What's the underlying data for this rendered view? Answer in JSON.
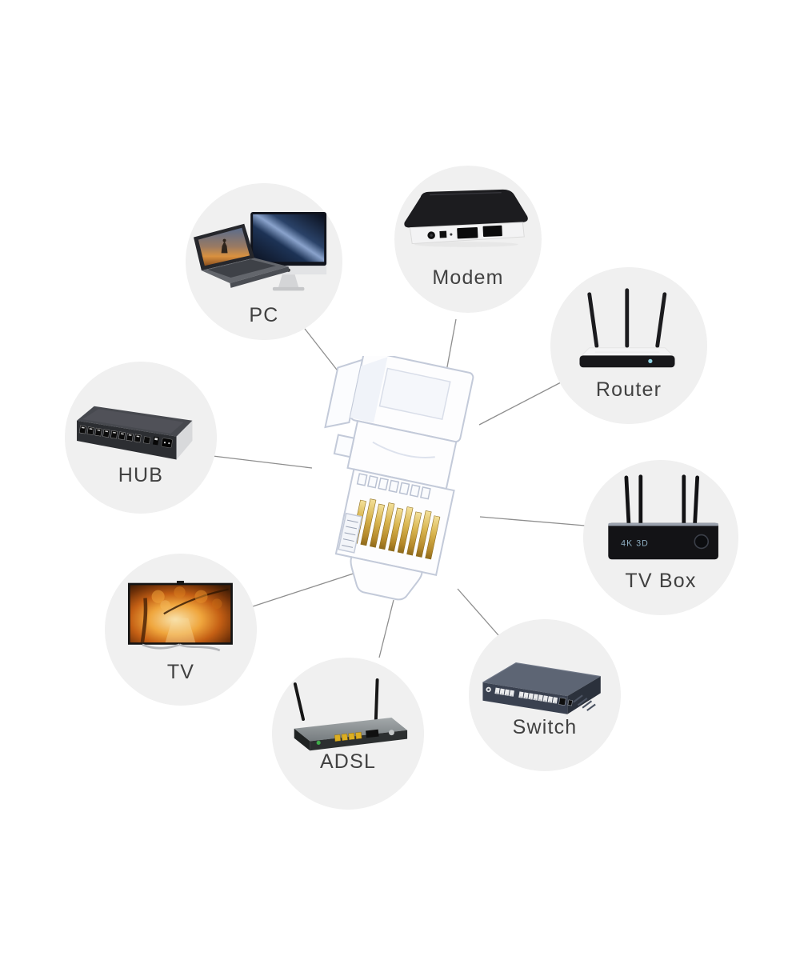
{
  "diagram": {
    "colors": {
      "background": "#ffffff",
      "bubble_fill": "#f0f0f0",
      "line": "#8e8e8e",
      "label": "#414141",
      "pin_gold": "#c9a23c"
    },
    "center": {
      "icon": "rj45-connector-icon",
      "description": "transparent RJ45 modular plug with gold pins"
    },
    "bubbles": {
      "pc": {
        "label": "PC",
        "icon": "pc-computers-icon"
      },
      "modem": {
        "label": "Modem",
        "icon": "modem-icon"
      },
      "router": {
        "label": "Router",
        "icon": "wifi-router-icon"
      },
      "hub": {
        "label": "HUB",
        "icon": "network-hub-icon"
      },
      "tv_box": {
        "label": "TV Box",
        "icon": "tv-box-icon",
        "front_text": "4K 3D"
      },
      "tv": {
        "label": "TV",
        "icon": "television-icon"
      },
      "adsl": {
        "label": "ADSL",
        "icon": "adsl-modem-icon"
      },
      "switch": {
        "label": "Switch",
        "icon": "network-switch-icon"
      }
    }
  }
}
